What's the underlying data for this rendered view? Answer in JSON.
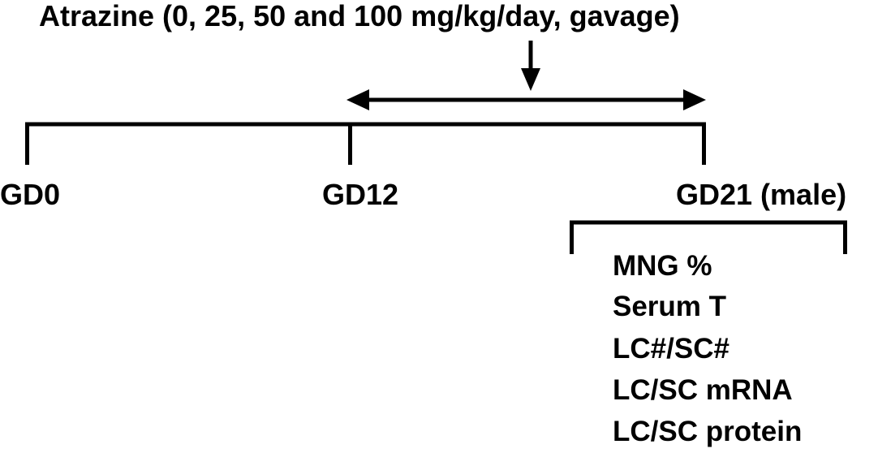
{
  "title": "Atrazine (0, 25, 50 and 100 mg/kg/day, gavage)",
  "timeline": {
    "start_label": "GD0",
    "mid_label": "GD12",
    "end_label": "GD21 (male)"
  },
  "measurements": [
    "MNG %",
    "Serum T",
    "LC#/SC#",
    "LC/SC mRNA",
    "LC/SC protein"
  ],
  "colors": {
    "ink": "#000000",
    "background": "#ffffff"
  }
}
